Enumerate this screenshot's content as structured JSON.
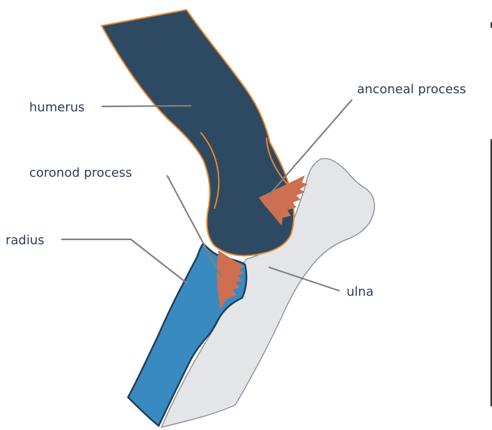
{
  "labels": {
    "humerus": "humerus",
    "anconeal": "anconeal process",
    "coronoid": "coronod process",
    "radius": "radius",
    "ulna": "ulna"
  },
  "colors": {
    "humerus_fill": "#2e4a63",
    "humerus_outline": "#e8892b",
    "ulna_fill": "#e3e5e8",
    "ulna_outline": "#8e9398",
    "radius_fill": "#3a8ac2",
    "radius_outline": "#1f3d57",
    "process_fill": "#cf6f52",
    "leader_line": "#808080",
    "label_text": "#2c3e55"
  }
}
